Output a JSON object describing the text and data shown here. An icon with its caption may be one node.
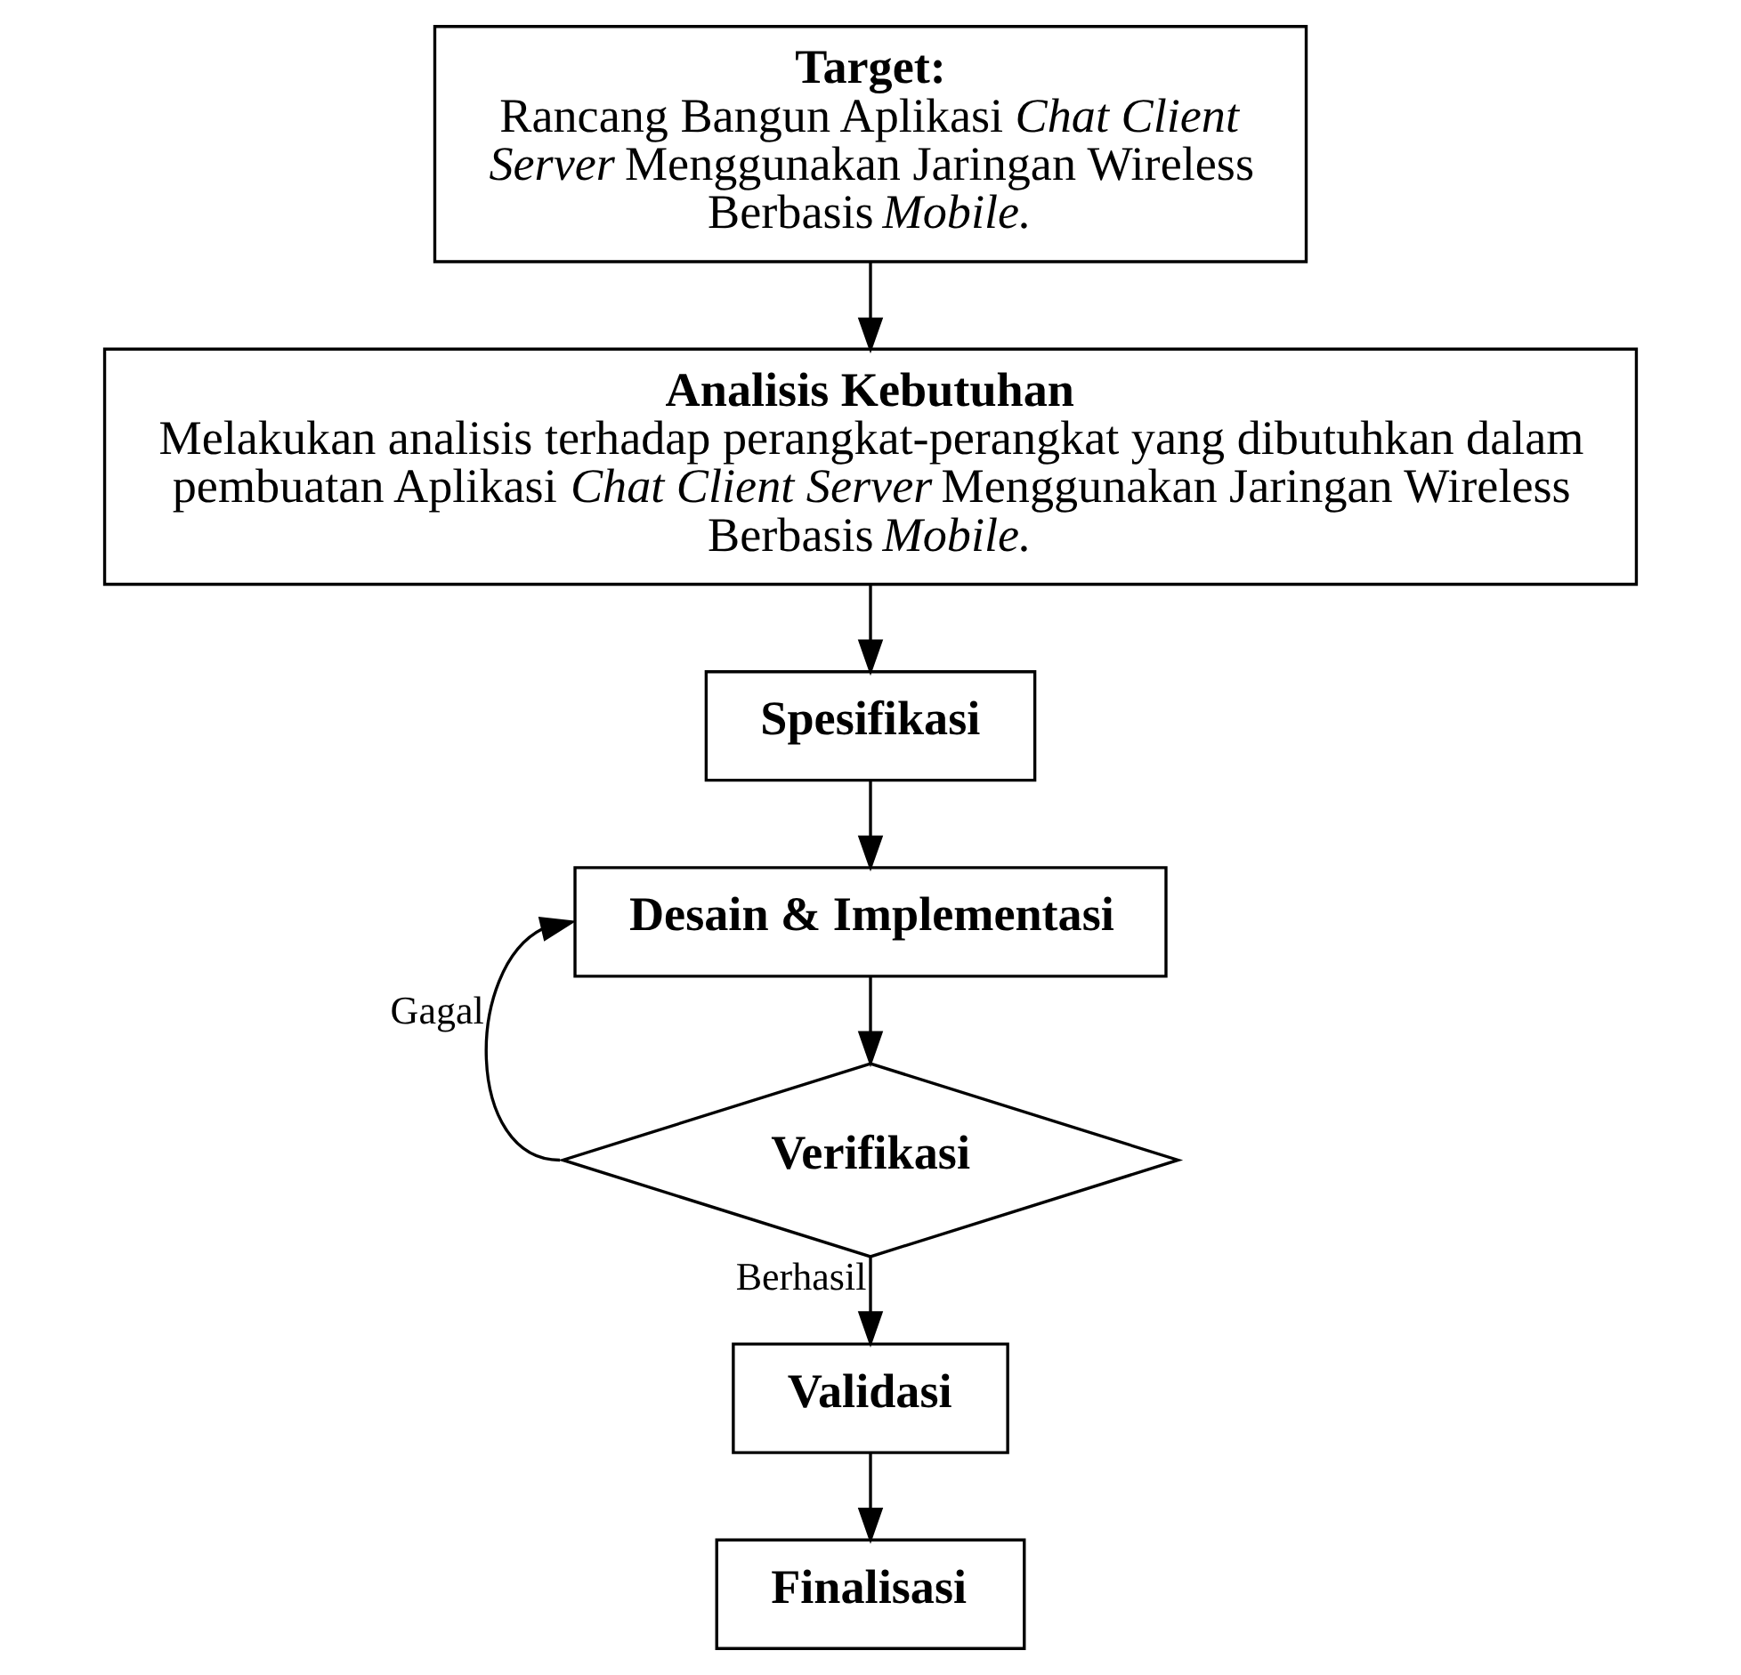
{
  "diagram": {
    "nodes": [
      {
        "text": [
          "Target:",
          "Rancang Bangun Aplikasi *Chat Client Server* Menggunakan Jaringan Wireless Berbasis *Mobile.*"
        ]
      },
      {
        "text": [
          "Analisis Kebutuhan",
          "Melakukan analisis terhadap perangkat-perangkat yang dibutuhkan dalam pembuatan Aplikasi *Chat Client Server* Menggunakan Jaringan Wireless Berbasis *Mobile.*"
        ]
      },
      {
        "text": [
          "Spesifikasi"
        ]
      },
      {
        "text": [
          "Desain & Implementasi"
        ]
      },
      {
        "text": [
          "Verifikasi"
        ]
      },
      {
        "text": [
          "Validasi"
        ]
      },
      {
        "text": [
          "Finalisasi"
        ]
      }
    ],
    "edges": [
      {
        "from": 0,
        "to": 1,
        "arrow": "to"
      },
      {
        "from": 1,
        "to": 2,
        "arrow": "to"
      },
      {
        "from": 2,
        "to": 3,
        "arrow": "to"
      },
      {
        "from": 3,
        "to": 4,
        "arrow": "to"
      },
      {
        "from": 4,
        "to": 3,
        "arrow": "to",
        "label": "Gagal"
      },
      {
        "from": 4,
        "to": 5,
        "arrow": "to",
        "label": "Berhasil"
      },
      {
        "from": 5,
        "to": 6,
        "arrow": "to"
      }
    ]
  }
}
